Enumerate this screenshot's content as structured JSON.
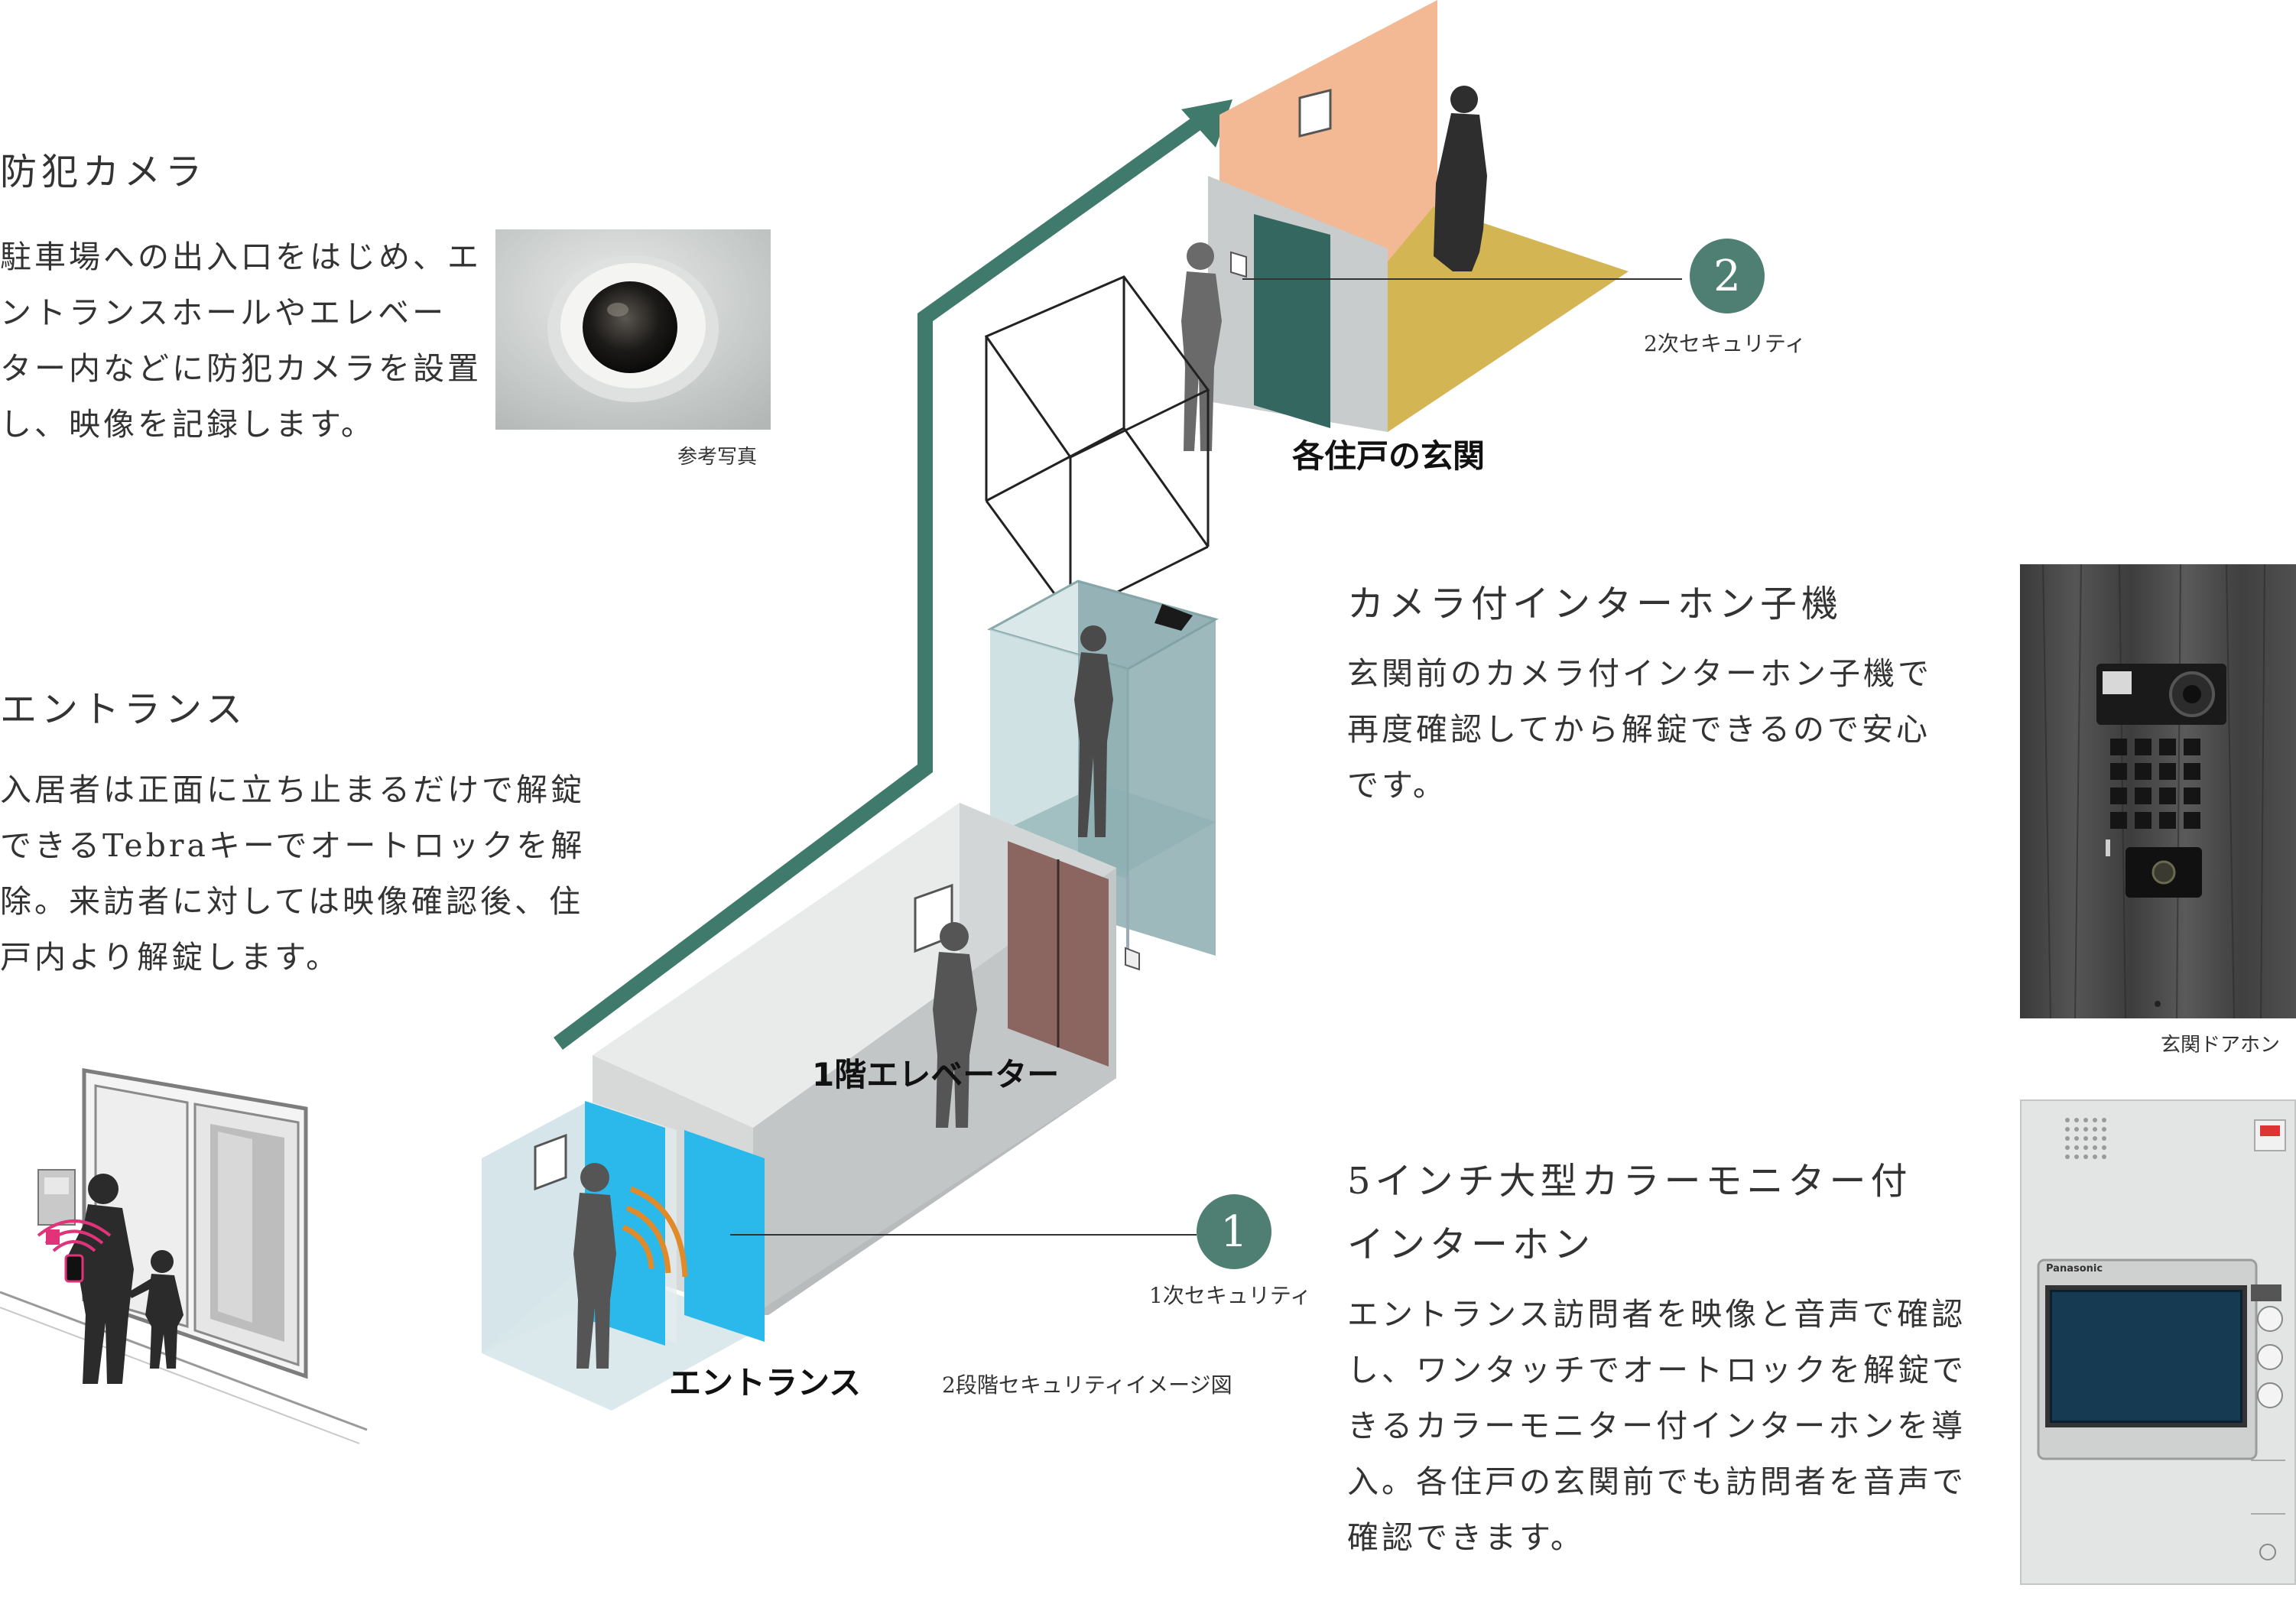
{
  "camera": {
    "title": "防犯カメラ",
    "body": "駐車場への出入口をはじめ、エ\nントランスホールやエレベー\nター内などに防犯カメラを設置\nし、映像を記録します。",
    "photo_caption": "参考写真"
  },
  "entrance": {
    "title": "エントランス",
    "body": "入居者は正面に立ち止まるだけで解錠\nできるTebraキーでオートロックを解\n除。来訪者に対しては映像確認後、住\n戸内より解錠します。"
  },
  "door_intercom": {
    "title": "カメラ付インターホン子機",
    "body": "玄関前のカメラ付インターホン子機で\n再度確認してから解錠できるので安心\nです。",
    "photo_caption": "玄関ドアホン"
  },
  "monitor": {
    "title_line1": "5インチ大型カラーモニター付",
    "title_line2": "インターホン",
    "body": "エントランス訪問者を映像と音声で確認\nし、ワンタッチでオートロックを解錠で\nきるカラーモニター付インターホンを導\n入。各住戸の玄関前でも訪問者を音声で\n確認できます。",
    "brand": "Panasonic"
  },
  "diagram": {
    "caption": "2段階セキュリティイメージ図",
    "label_unit_entrance": "各住戸の玄関",
    "label_elevator": "1階エレベーター",
    "label_entrance": "エントランス",
    "security_1_number": "1",
    "security_1_label": "1次セキュリティ",
    "security_2_number": "2",
    "security_2_label": "2次セキュリティ"
  },
  "colors": {
    "arrow": "#3f7a6c",
    "badge": "#4e7f72",
    "door_teal": "#33675f",
    "floor_gold": "#d4b554",
    "wall_salmon": "#f3b995",
    "glass_blue": "#2bb9ec",
    "elevator_door": "#8b6660",
    "wall_gray": "#cfd2d2"
  }
}
